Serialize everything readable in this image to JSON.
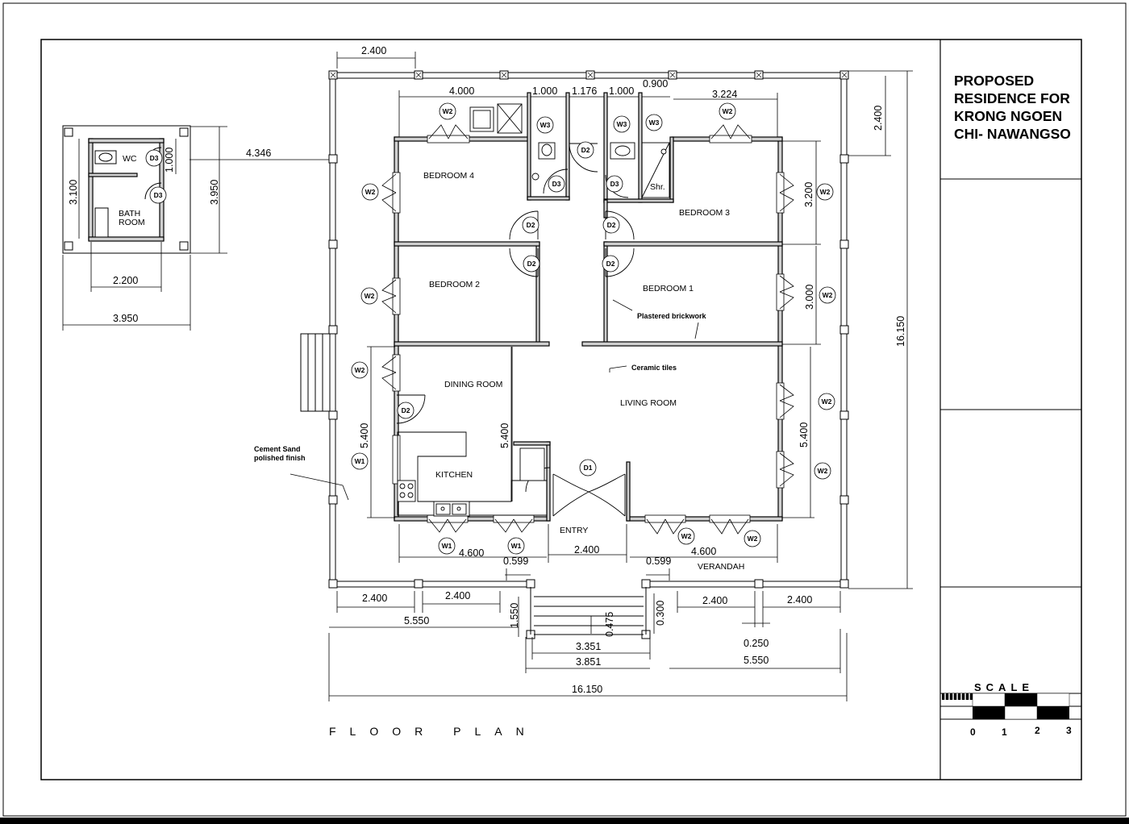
{
  "title_block": {
    "title_lines": [
      "PROPOSED",
      "RESIDENCE FOR",
      "KRONG NGOEN",
      "CHI- NAWANGSO"
    ],
    "scale_label": "SCALE",
    "scale_numbers": [
      "0",
      "1",
      "2",
      "3"
    ]
  },
  "plan_title": "FLOOR PLAN",
  "rooms": {
    "bedroom4": "BEDROOM 4",
    "bedroom3": "BEDROOM 3",
    "bedroom2": "BEDROOM 2",
    "bedroom1": "BEDROOM 1",
    "dining": "DINING ROOM",
    "living": "LIVING ROOM",
    "kitchen": "KITCHEN",
    "entry": "ENTRY",
    "verandah": "VERANDAH",
    "shower": "Shr.",
    "wc": "WC",
    "bath_line1": "BATH",
    "bath_line2": "ROOM"
  },
  "notes": {
    "plastered": "Plastered brickwork",
    "ceramic": "Ceramic tiles",
    "cement_line1": "Cement Sand",
    "cement_line2": "polished finish"
  },
  "tags": {
    "w1": "W1",
    "w2": "W2",
    "w3": "W3",
    "d1": "D1",
    "d2": "D2",
    "d3": "D3"
  },
  "dimensions": {
    "top_2400": "2.400",
    "top_4000": "4.000",
    "top_1000a": "1.000",
    "top_1176": "1.176",
    "top_1000b": "1.000",
    "top_0900": "0.900",
    "top_3224": "3.224",
    "right_2400": "2.400",
    "right_3200": "3.200",
    "right_3000": "3.000",
    "right_5400": "5.400",
    "right_16150": "16.150",
    "left_5400": "5.400",
    "mid_5400": "5.400",
    "bottom_4600a": "4.600",
    "bottom_2400_entry": "2.400",
    "bottom_4600b": "4.600",
    "bottom_0599a": "0.599",
    "bottom_0599b": "0.599",
    "bottom_2400a": "2.400",
    "bottom_2400b": "2.400",
    "bottom_2400c": "2.400",
    "bottom_2400d": "2.400",
    "bottom_5550a": "5.550",
    "bottom_5550b": "5.550",
    "bottom_1550": "1.550",
    "bottom_0300": "0.300",
    "bottom_0475": "0.475",
    "bottom_3351": "3.351",
    "bottom_3851": "3.851",
    "bottom_0250": "0.250",
    "bottom_16150": "16.150",
    "out_4346": "4.346",
    "out_3100": "3.100",
    "out_1000": "1.000",
    "out_3950v": "3.950",
    "out_2200": "2.200",
    "out_3950h": "3.950"
  }
}
